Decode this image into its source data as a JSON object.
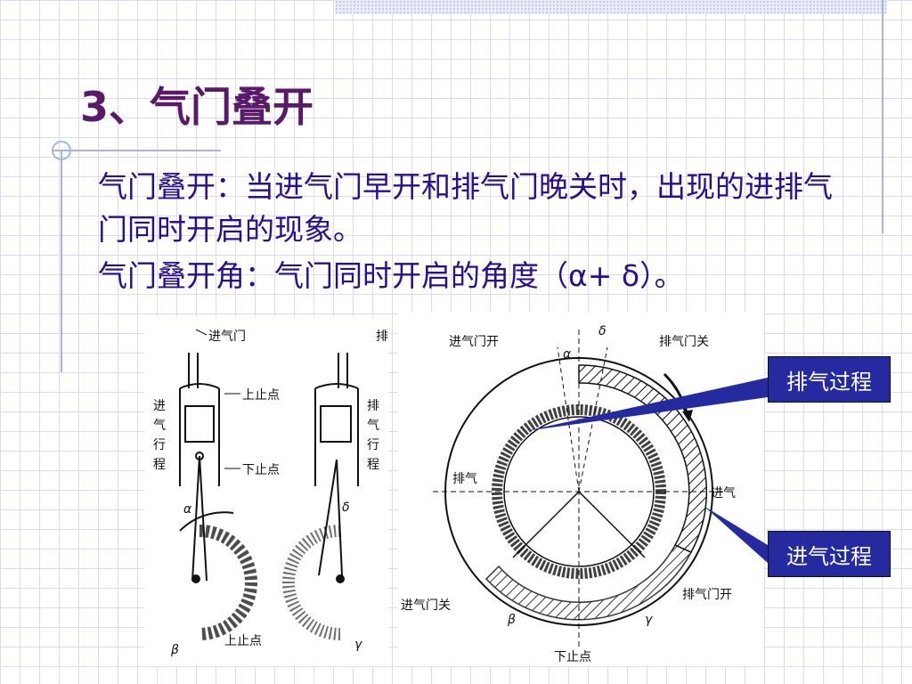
{
  "slide": {
    "title": "3、气门叠开",
    "definition": "气门叠开：当进气门早开和排气门晚关时，出现的进排气门同时开启的现象。",
    "angle_definition": "气门叠开角：气门同时开启的角度（α+ δ）。"
  },
  "left_diagram": {
    "intake_valve": "进气门",
    "exhaust_partial": "排",
    "top_dead_center": "上止点",
    "bottom_dead_center": "下止点",
    "intake_stroke": [
      "进",
      "气",
      "行",
      "程"
    ],
    "exhaust_stroke": [
      "排",
      "气",
      "行",
      "程"
    ],
    "alpha": "α",
    "delta": "δ",
    "beta": "β",
    "gamma": "γ",
    "tdc_bottom": "上止点"
  },
  "right_diagram": {
    "intake_open": "进气门开",
    "exhaust_close": "排气门关",
    "exhaust": "排气",
    "intake": "进气",
    "intake_close": "进气门关",
    "exhaust_open": "排气门开",
    "bottom_dead_center": "下止点",
    "alpha": "α",
    "delta": "δ",
    "beta": "β",
    "gamma": "γ"
  },
  "callouts": {
    "exhaust_process": "排气过程",
    "intake_process": "进气过程"
  },
  "colors": {
    "title": "#5a1a6a",
    "text": "#2a0e8a",
    "callout_bg": "#262aa0",
    "grid": "#d8dcec"
  }
}
